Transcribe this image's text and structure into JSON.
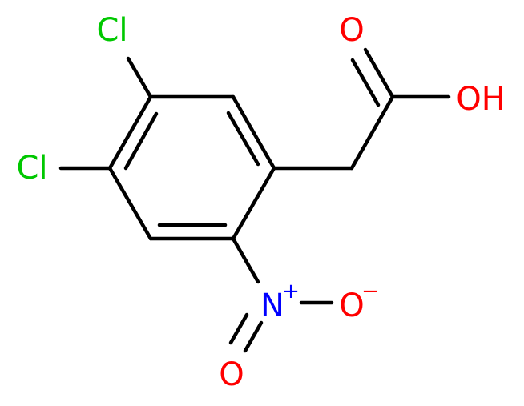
{
  "molecule": {
    "atoms": {
      "cl_top": {
        "symbol": "Cl",
        "color": "#00c800"
      },
      "cl_left": {
        "symbol": "Cl",
        "color": "#00c800"
      },
      "o_carbonyl": {
        "symbol": "O",
        "color": "#ff0000"
      },
      "o_hydroxyl": {
        "symbol": "OH",
        "color": "#ff0000"
      },
      "n_nitro": {
        "symbol": "N",
        "charge": "+",
        "color": "#0000ff"
      },
      "o_nitro_minus": {
        "symbol": "O",
        "charge": "−",
        "color": "#ff0000"
      },
      "o_nitro_double": {
        "symbol": "O",
        "color": "#ff0000"
      }
    },
    "bond_color": "#000000"
  }
}
